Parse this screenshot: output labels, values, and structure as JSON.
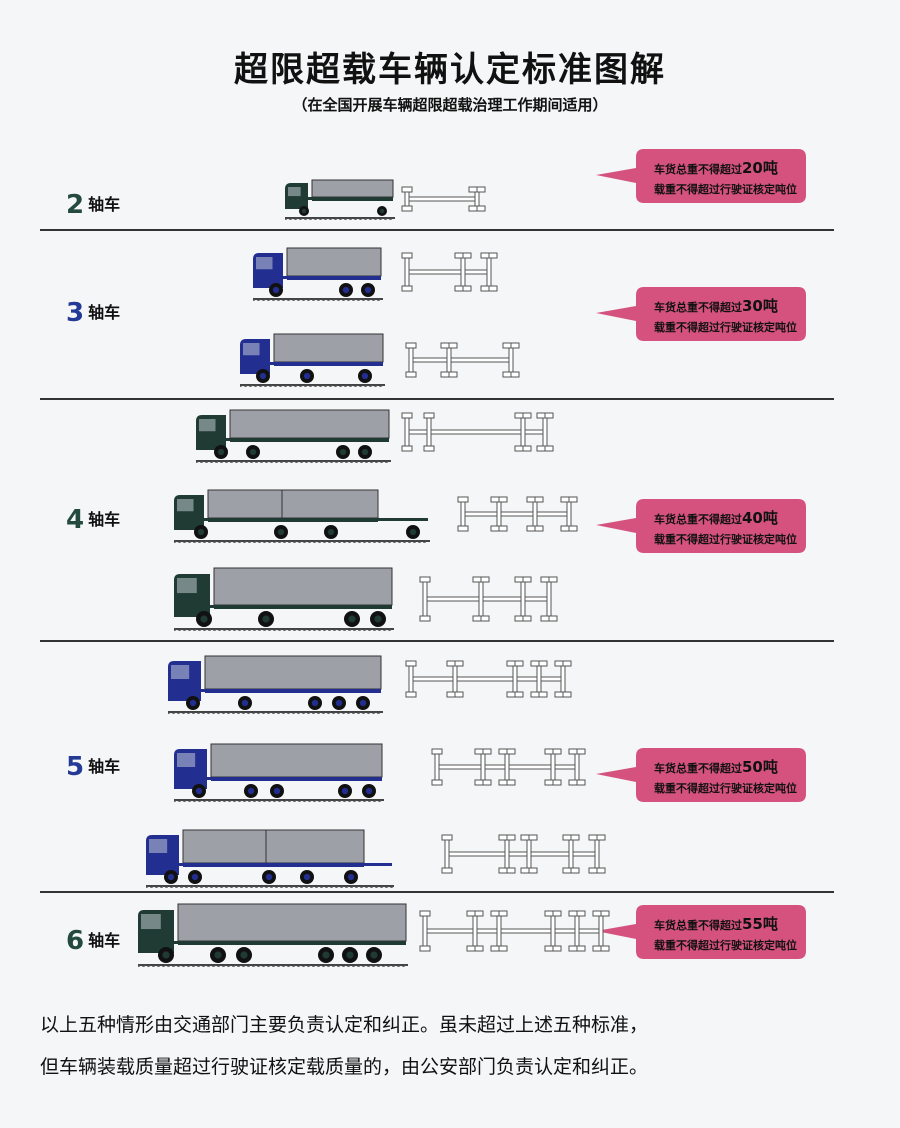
{
  "title": "超限超载车辆认定标准图解",
  "subtitle": "（在全国开展车辆超限超载治理工作期间适用）",
  "colors": {
    "bubble": "#d6527e",
    "green_cab": "#1f3b33",
    "blue_cab": "#232f90",
    "cargo": "#9da1a7"
  },
  "rows": [
    {
      "num": "2",
      "unit": "轴车",
      "limit_prefix": "车货总重不得超过",
      "limit_value": "20",
      "limit_unit": "吨",
      "note": "载重不得超过行驶证核定吨位"
    },
    {
      "num": "3",
      "unit": "轴车",
      "limit_prefix": "车货总重不得超过",
      "limit_value": "30",
      "limit_unit": "吨",
      "note": "载重不得超过行驶证核定吨位"
    },
    {
      "num": "4",
      "unit": "轴车",
      "limit_prefix": "车货总重不得超过",
      "limit_value": "40",
      "limit_unit": "吨",
      "note": "载重不得超过行驶证核定吨位"
    },
    {
      "num": "5",
      "unit": "轴车",
      "limit_prefix": "车货总重不得超过",
      "limit_value": "50",
      "limit_unit": "吨",
      "note": "载重不得超过行驶证核定吨位"
    },
    {
      "num": "6",
      "unit": "轴车",
      "limit_prefix": "车货总重不得超过",
      "limit_value": "55",
      "limit_unit": "吨",
      "note": "载重不得超过行驶证核定吨位"
    }
  ],
  "footer": {
    "line1": "以上五种情形由交通部门主要负责认定和纠正。虽未超过上述五种标准，",
    "line2": "但车辆装载质量超过行驶证核定载质量的，由公安部门负责认定和纠正。"
  }
}
